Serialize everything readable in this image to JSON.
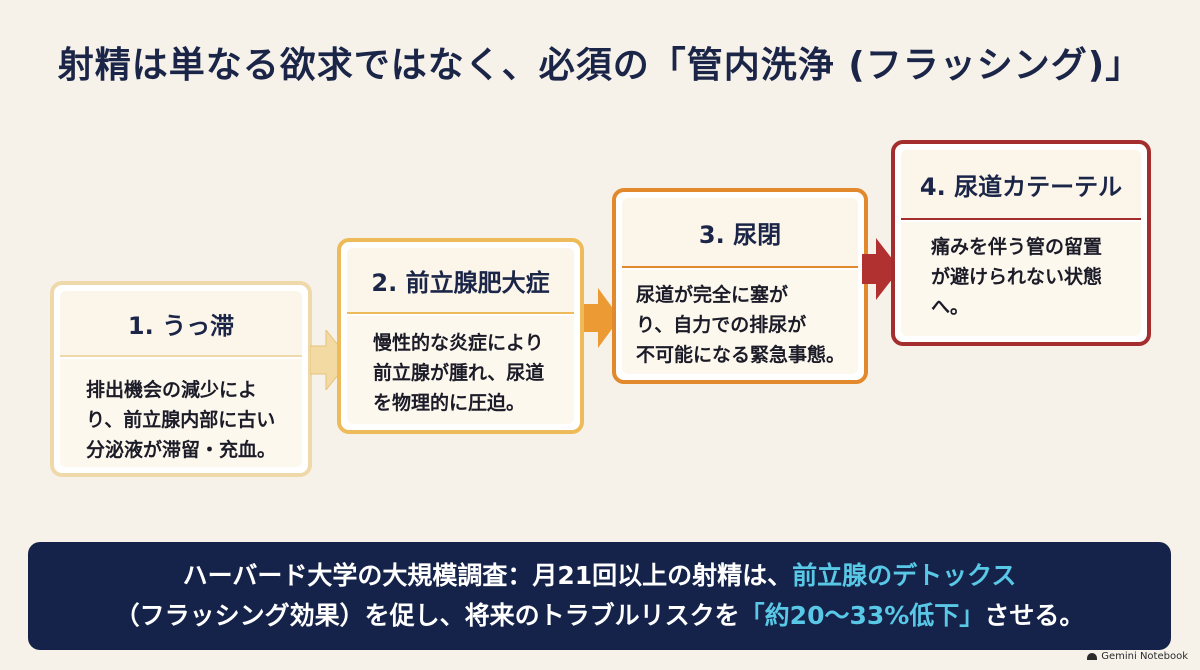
{
  "title": "射精は単なる欲求ではなく、必須の「管内洗浄 (フラッシング)」",
  "steps": [
    {
      "heading": "1. うっ滞",
      "body": "排出機会の減少によ\nり、前立腺内部に古い\n分泌液が滞留・充血。"
    },
    {
      "heading": "2. 前立腺肥大症",
      "body": "慢性的な炎症により\n前立腺が腫れ、尿道\nを物理的に圧迫。"
    },
    {
      "heading": "3. 尿閉",
      "body": "尿道が完全に塞が\nり、自力での排尿が\n不可能になる緊急事態。"
    },
    {
      "heading": "4. 尿道カテーテル",
      "body": "痛みを伴う管の留置\nが避けられない状態\nへ。"
    }
  ],
  "banner": {
    "line1_prefix": "ハーバード大学の大規模調査：月21回以上の射精は、",
    "line1_highlight": "前立腺のデトックス",
    "line2_prefix": "（フラッシング効果）を促し、将来のトラブルリスクを",
    "line2_highlight": "「約20〜33%低下」",
    "line2_suffix": "させる。"
  },
  "logo": {
    "text": "Gemini Notebook"
  },
  "colors": {
    "step1": "#efd9ab",
    "step2": "#eebb5a",
    "step3": "#e3892d",
    "step4": "#a42d2d",
    "banner_bg": "#15234a",
    "highlight": "#59c8e6"
  }
}
